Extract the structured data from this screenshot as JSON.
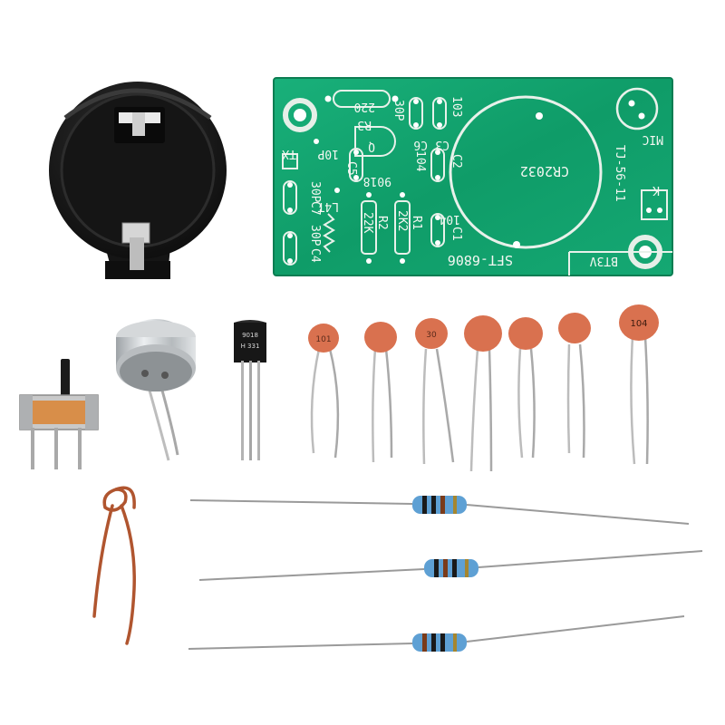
{
  "pcb": {
    "labels": {
      "r3_value": "220",
      "r3": "R3",
      "c6_value": "30P",
      "c6": "C6",
      "c3_value": "103",
      "c3": "C3",
      "tx": "TX",
      "c5_value": "10P",
      "c5": "C5",
      "q_part": "9018",
      "q": "Q",
      "c2_value": "104",
      "c2": "C2",
      "c7_value": "30P",
      "c7": "C7",
      "l": "L4T",
      "r2_value": "22K",
      "r2": "R2",
      "r1_value": "2K2",
      "r1": "R1",
      "c1_value": "104",
      "c1": "C1",
      "c4_value": "30P",
      "c4": "C4",
      "model": "SFT-6806",
      "battery": "CR2032",
      "battery_ref": "BT3V",
      "mic": "MIC",
      "mic_part": "TJ-56-11",
      "switch": "K"
    }
  },
  "transistor": {
    "marking_1": "9018",
    "marking_2": "H 331"
  },
  "capacitors": [
    {
      "marking": "101"
    },
    {
      "marking": ""
    },
    {
      "marking": "30"
    },
    {
      "marking": ""
    },
    {
      "marking": ""
    },
    {
      "marking": ""
    },
    {
      "marking": "104"
    }
  ],
  "colors": {
    "pcb_green": "#12a66f",
    "capacitor": "#d9714f",
    "resistor_body": "#5ea0d4",
    "copper_wire": "#b0552f",
    "battery_holder": "#1c1c1c"
  }
}
